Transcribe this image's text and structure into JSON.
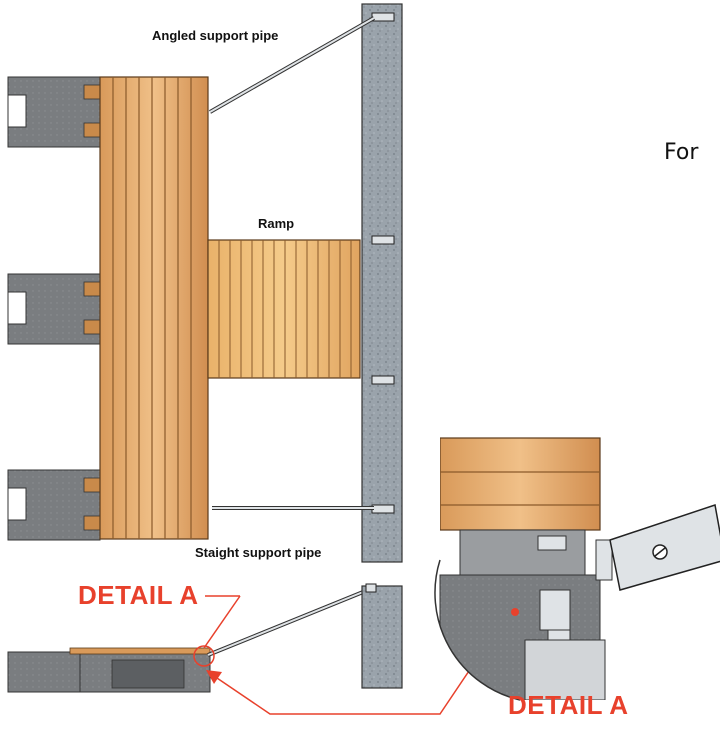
{
  "labels": {
    "angled_pipe": "Angled support pipe",
    "ramp": "Ramp",
    "straight_pipe": "Staight support pipe",
    "detail_a_left": "DETAIL A",
    "detail_a_bottom": "DETAIL A",
    "cutoff_text": "For"
  },
  "colors": {
    "wood_light": "#e8b878",
    "wood_dark": "#c98a4a",
    "plank_line": "#8a5a2b",
    "wall": "#9aa3ab",
    "float": "#7c7f82",
    "accent_red": "#e8412c"
  }
}
